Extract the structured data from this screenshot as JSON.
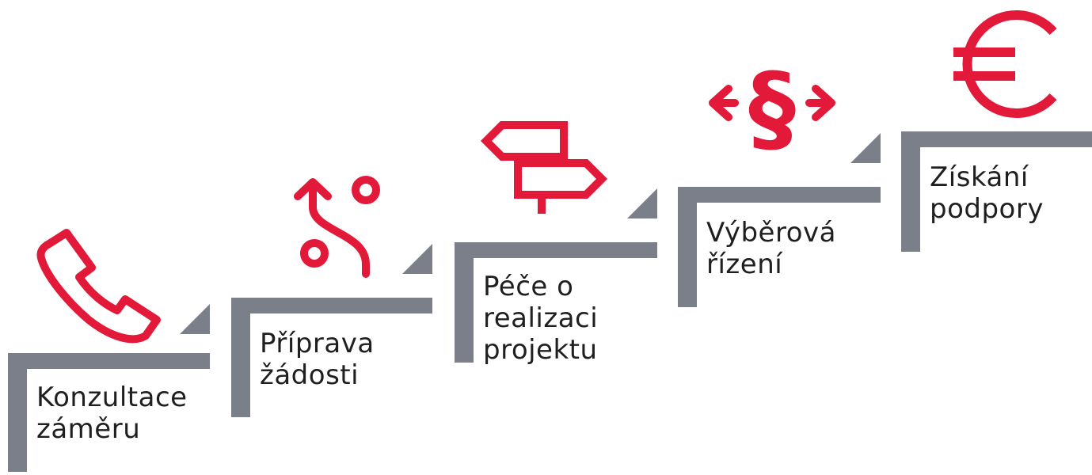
{
  "steps": [
    {
      "line1": "Konzultace",
      "line2": "záměru",
      "icon": "phone-icon"
    },
    {
      "line1": "Příprava",
      "line2": "žádosti",
      "icon": "route-icon"
    },
    {
      "line1": "Péče o",
      "line2": "realizaci",
      "line3": "projektu",
      "icon": "signpost-icon"
    },
    {
      "line1": "Výběrová",
      "line2": "řízení",
      "icon": "paragraph-arrows-icon"
    },
    {
      "line1": "Získání",
      "line2": "podpory",
      "icon": "euro-icon"
    }
  ],
  "colors": {
    "step": "#7a7f8a",
    "icon": "#e3193a",
    "text": "#1f1f1f"
  }
}
